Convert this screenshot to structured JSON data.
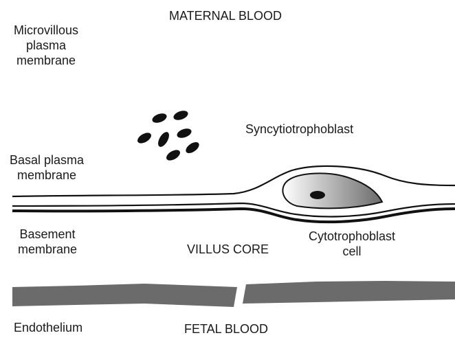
{
  "labels": {
    "maternal_blood": "MATERNAL BLOOD",
    "microvillous": [
      "Microvillous",
      "plasma",
      "membrane"
    ],
    "syncytiotrophoblast": "Syncytiotrophoblast",
    "basal_plasma": [
      "Basal plasma",
      "membrane"
    ],
    "basement": [
      "Basement",
      "membrane"
    ],
    "villus_core": "VILLUS CORE",
    "cytotrophoblast": [
      "Cytotrophoblast",
      "cell"
    ],
    "endothelium": "Endothelium",
    "fetal_blood": "FETAL BLOOD"
  },
  "colors": {
    "line": "#111111",
    "endothelium_fill": "#6b6b6b",
    "nucleus_fill": "#111111",
    "cell_gradient_start": "#ffffff",
    "cell_gradient_end": "#6a6a6a"
  }
}
